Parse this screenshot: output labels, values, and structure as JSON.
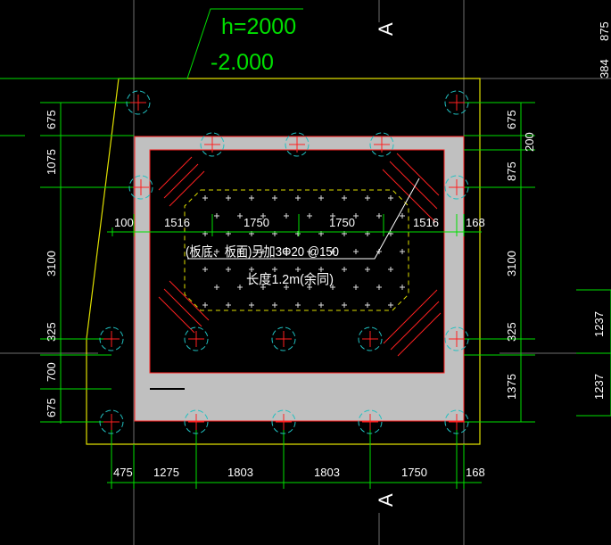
{
  "level_label": {
    "height": "h=2000",
    "elevation": "-2.000"
  },
  "section_marks": {
    "top": "A",
    "bottom": "A"
  },
  "notes": {
    "line1": "(板底、板面)另加3Φ20 @150",
    "line2": "长度1.2m(余同)"
  },
  "top_right": {
    "a": "384",
    "b": "875"
  },
  "left_dims": [
    "675",
    "1075",
    "3100",
    "325",
    "700",
    "675"
  ],
  "right_dims": [
    "675",
    "875",
    "3100",
    "325",
    "1375"
  ],
  "right_small": "200",
  "inner_dims": [
    "100",
    "1516",
    "1750",
    "1750",
    "1516",
    "168"
  ],
  "bottom_dims": [
    "475",
    "1275",
    "1803",
    "1803",
    "1750",
    "168"
  ],
  "far_right_dims": [
    "1237",
    "1237"
  ],
  "colors": {
    "background": "#000000",
    "slab": "#c0c0c0",
    "wall_line": "#ff2020",
    "pile_ring": "#20c0c0",
    "dim_line": "#00e000",
    "cap_outline": "#e0e000",
    "grid_line": "#7a7a7a"
  }
}
